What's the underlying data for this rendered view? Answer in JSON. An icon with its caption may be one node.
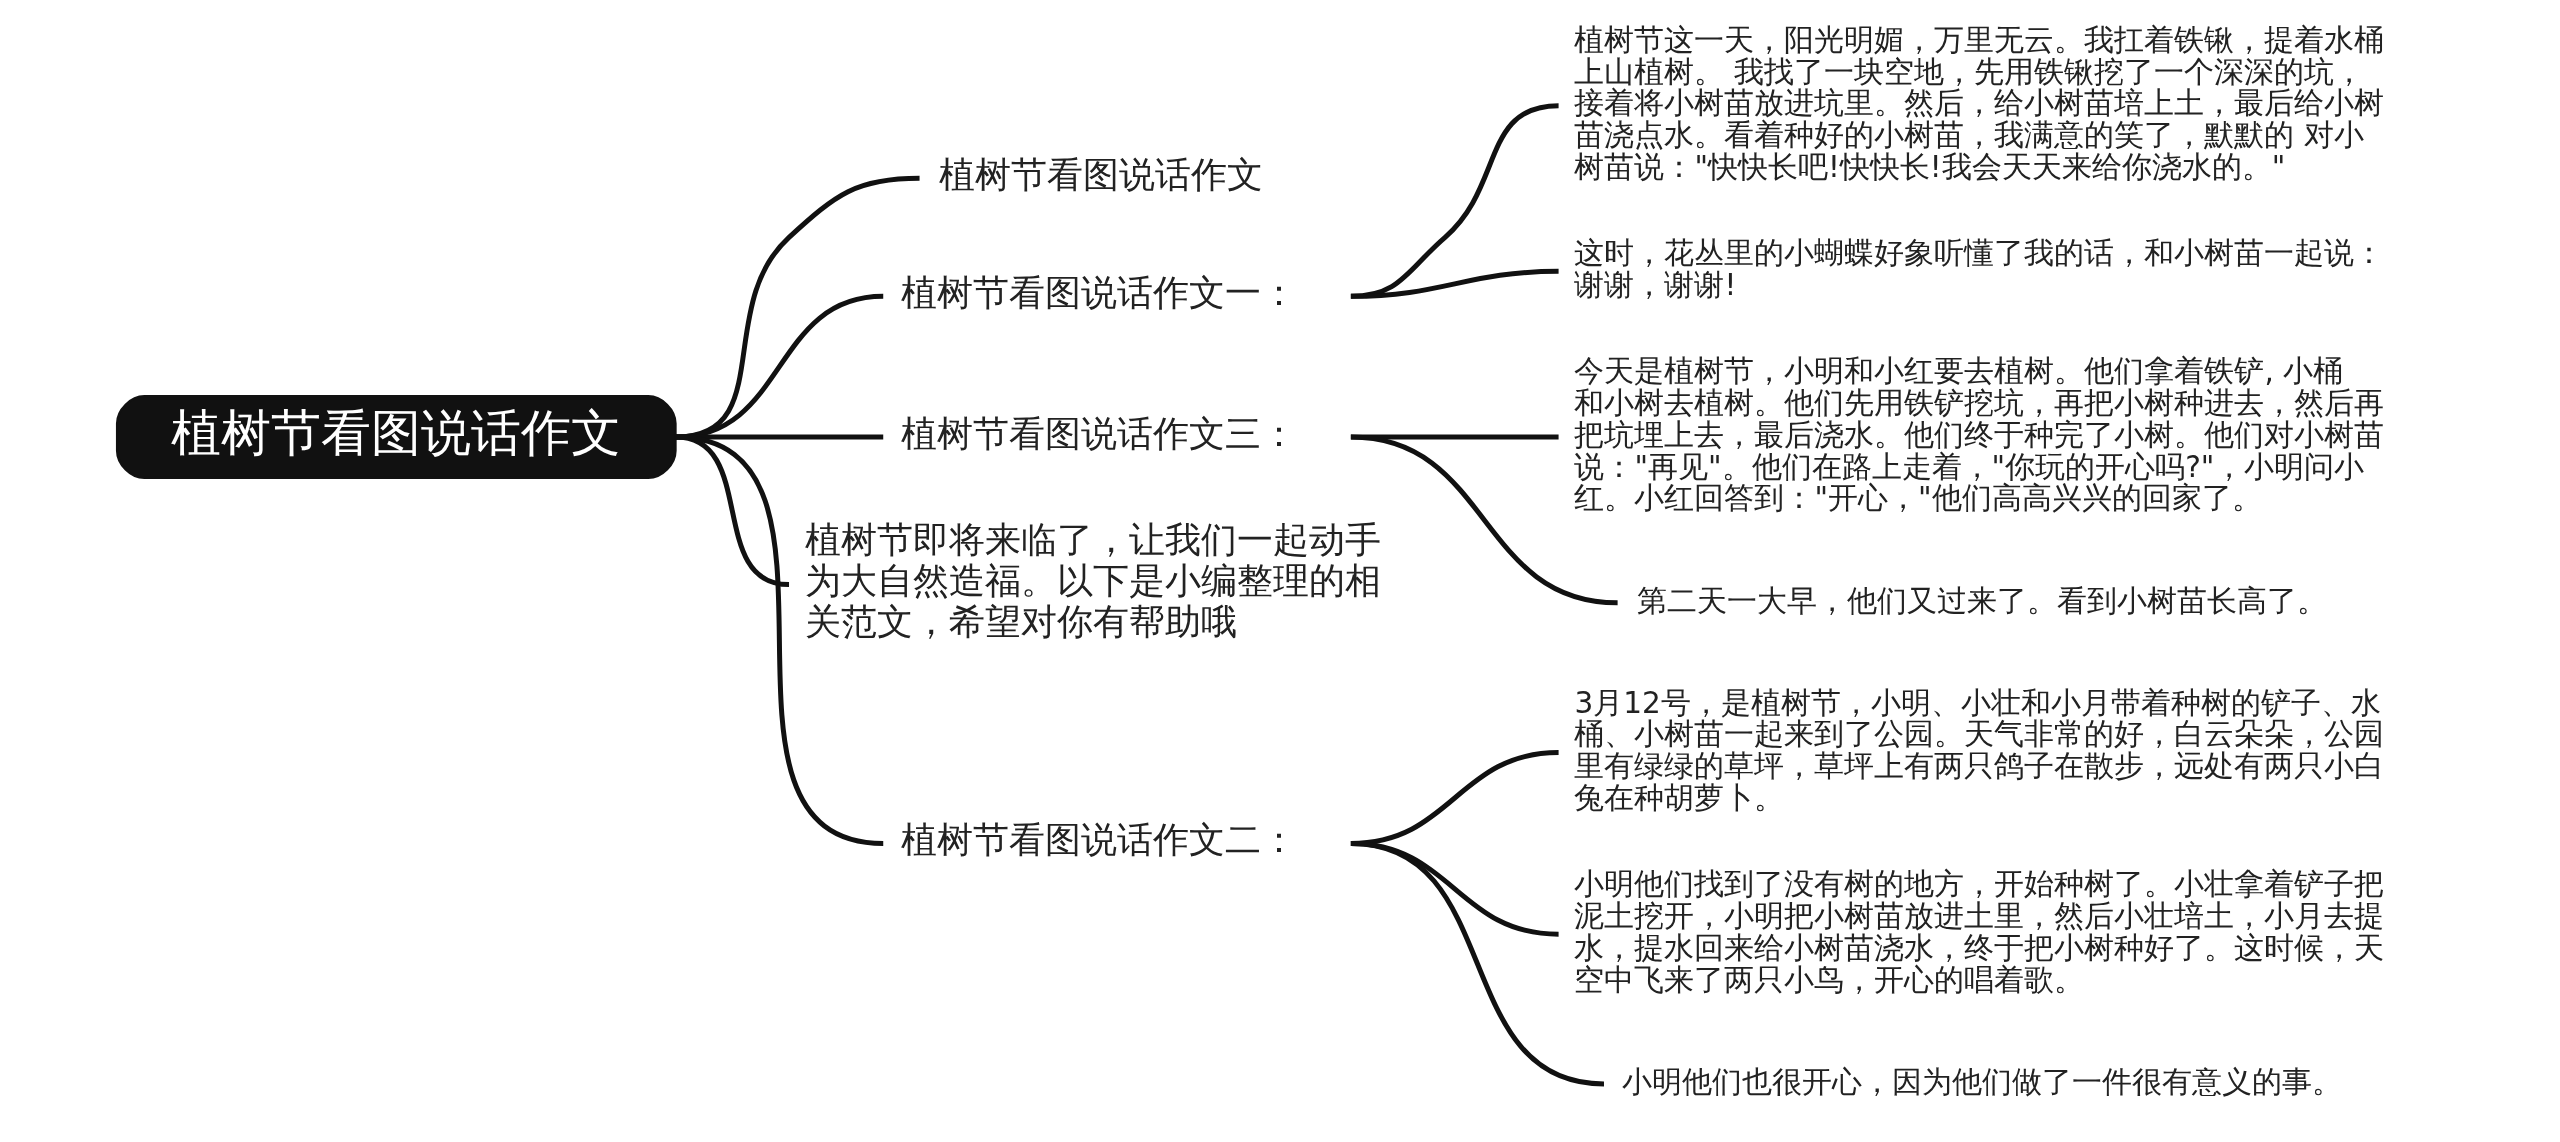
{
  "diagram": {
    "nodes": [
      {
        "text": [
          "植树节看图说话作文"
        ]
      },
      {
        "text": [
          "植树节看图说话作文"
        ]
      },
      {
        "text": [
          "植树节看图说话作文一："
        ]
      },
      {
        "text": [
          "植树节这一天，阳光明媚，万里无云。我扛着铁锹，提着水桶上山植树。 我找了一块空地，先用铁锹挖了一个深深的坑，接着将小树苗放进坑里。然后，给小树苗培上土，最后给小树苗浇点水。看着种好的小树苗，我满意的笑了，默默的 对小树苗说：\"快快长吧!快快长!我会天天来给你浇水的。\""
        ]
      },
      {
        "text": [
          "这时，花丛里的小蝴蝶好象听懂了我的话，和小树苗一起说：谢谢，谢谢!"
        ]
      },
      {
        "text": [
          "植树节看图说话作文三："
        ]
      },
      {
        "text": [
          "今天是植树节，小明和小红要去植树。他们拿着铁铲, 小桶和小树去植树。他们先用铁铲挖坑，再把小树种进去，然后再把坑埋上去，最后浇水。他们终于种完了小树。他们对小树苗说：\"再见\"。他们在路上走着，\"你玩的开心吗?\"，小明问小红。小红回答到：\"开心，\"他们高高兴兴的回家了。"
        ]
      },
      {
        "text": [
          "第二天一大早，他们又过来了。看到小树苗长高了。"
        ]
      },
      {
        "text": [
          "植树节即将来临了，让我们一起动手为大自然造福。以下是小编整理的相关范文，希望对你有帮助哦"
        ]
      },
      {
        "text": [
          "植树节看图说话作文二："
        ]
      },
      {
        "text": [
          "3月12号，是植树节，小明、小壮和小月带着种树的铲子、水桶、小树苗一起来到了公园。天气非常的好，白云朵朵，公园里有绿绿的草坪，草坪上有两只鸽子在散步，远处有两只小白兔在种胡萝卜。"
        ]
      },
      {
        "text": [
          "小明他们找到了没有树的地方，开始种树了。小壮拿着铲子把泥土挖开，小明把小树苗放进土里，然后小壮培土，小月去提水，提水回来给小树苗浇水，终于把小树种好了。这时候，天空中飞来了两只小鸟，开心的唱着歌。"
        ]
      },
      {
        "text": [
          "小明他们也很开心，因为他们做了一件很有意义的事。"
        ]
      }
    ],
    "edges": [
      {
        "from": 0,
        "to": 1,
        "arrow": "none"
      },
      {
        "from": 0,
        "to": 2,
        "arrow": "none"
      },
      {
        "from": 2,
        "to": 3,
        "arrow": "none"
      },
      {
        "from": 2,
        "to": 4,
        "arrow": "none"
      },
      {
        "from": 0,
        "to": 5,
        "arrow": "none"
      },
      {
        "from": 5,
        "to": 6,
        "arrow": "none"
      },
      {
        "from": 5,
        "to": 7,
        "arrow": "none"
      },
      {
        "from": 0,
        "to": 8,
        "arrow": "none"
      },
      {
        "from": 0,
        "to": 9,
        "arrow": "none"
      },
      {
        "from": 9,
        "to": 10,
        "arrow": "none"
      },
      {
        "from": 9,
        "to": 11,
        "arrow": "none"
      },
      {
        "from": 9,
        "to": 12,
        "arrow": "none"
      }
    ]
  }
}
